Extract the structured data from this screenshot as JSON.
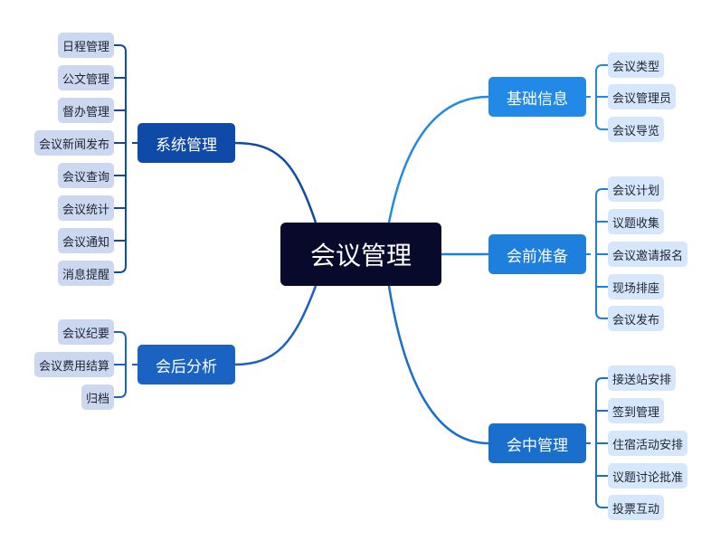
{
  "root": {
    "label": "会议管理"
  },
  "colors": {
    "root_fill": "#070a2b",
    "leaf_fill": "#cbd8ef",
    "leaf_fill_right": "#d6e7fb"
  },
  "branches": [
    {
      "label": "系统管理",
      "color": "#0f4aa8",
      "children": [
        "日程管理",
        "公文管理",
        "督办管理",
        "会议新闻发布",
        "会议查询",
        "会议统计",
        "会议通知",
        "消息提醒"
      ]
    },
    {
      "label": "会后分析",
      "color": "#1a63c3",
      "children": [
        "会议纪要",
        "会议费用结算",
        "归档"
      ]
    },
    {
      "label": "基础信息",
      "color": "#2389e6",
      "children": [
        "会议类型",
        "会议管理员",
        "会议导览"
      ]
    },
    {
      "label": "会前准备",
      "color": "#1e7fdc",
      "children": [
        "会议计划",
        "议题收集",
        "会议邀请报名",
        "现场排座",
        "会议发布"
      ]
    },
    {
      "label": "会中管理",
      "color": "#1a6fcc",
      "children": [
        "接送站安排",
        "签到管理",
        "住宿活动安排",
        "议题讨论批准",
        "投票互动"
      ]
    }
  ]
}
